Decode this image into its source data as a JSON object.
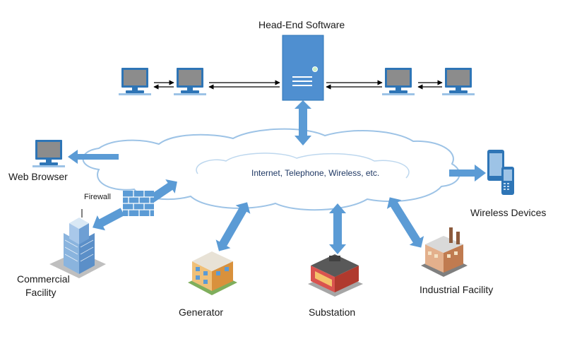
{
  "diagram": {
    "server": {
      "label": "Head-End Software",
      "icon": "server-tower-icon"
    },
    "network": {
      "label": "Internet, Telephone, Wireless, etc.",
      "icon": "cloud-icon"
    },
    "workstations": [
      "desktop-computer-icon",
      "desktop-computer-icon",
      "desktop-computer-icon",
      "desktop-computer-icon"
    ],
    "web_browser": {
      "label": "Web Browser",
      "icon": "desktop-computer-icon"
    },
    "firewall": {
      "label": "Firewall",
      "icon": "brick-wall-icon"
    },
    "commercial": {
      "label_line1": "Commercial",
      "label_line2": "Facility",
      "icon": "office-tower-icon"
    },
    "generator": {
      "label": "Generator",
      "icon": "building-icon"
    },
    "substation": {
      "label": "Substation",
      "icon": "substation-icon"
    },
    "industrial": {
      "label": "Industrial Facility",
      "icon": "factory-icon"
    },
    "wireless": {
      "label": "Wireless Devices",
      "icon": "mobile-devices-icon"
    },
    "colors": {
      "arrow": "#5b9bd5",
      "server": "#4f8fd0",
      "monitor": "#7f7f7f",
      "cloud_stroke": "#9dc3e6",
      "cloud_text": "#1f3864"
    }
  }
}
